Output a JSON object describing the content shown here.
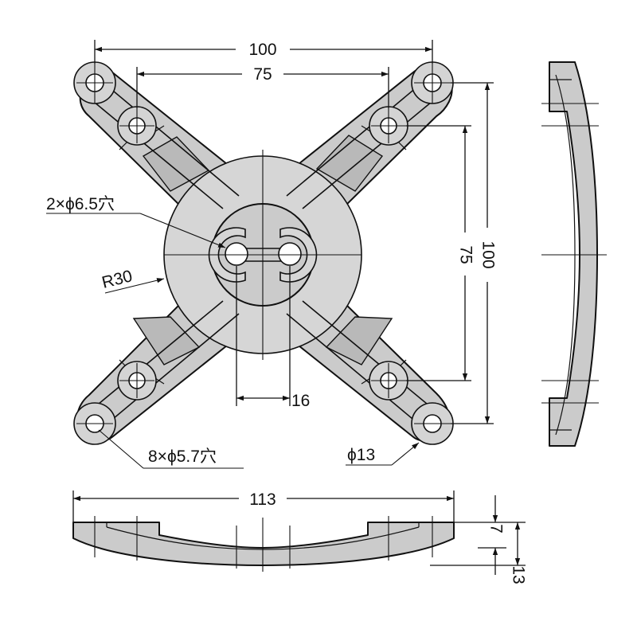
{
  "front_view": {
    "dims": {
      "hole_span_outer": "100",
      "hole_span_inner": "75",
      "vertical_outer": "100",
      "vertical_inner": "75",
      "center_spacing": "16"
    },
    "callouts": {
      "center_holes": "2×ϕ6.5穴",
      "arc_radius": "R30",
      "mount_holes": "8×ϕ5.7穴",
      "boss_diameter": "ϕ13"
    }
  },
  "bottom_view": {
    "dims": {
      "overall_width": "113",
      "flange_height": "7",
      "total_height": "13"
    }
  },
  "colors": {
    "part_fill": "#cbcbcb",
    "line": "#111111",
    "background": "#ffffff"
  }
}
